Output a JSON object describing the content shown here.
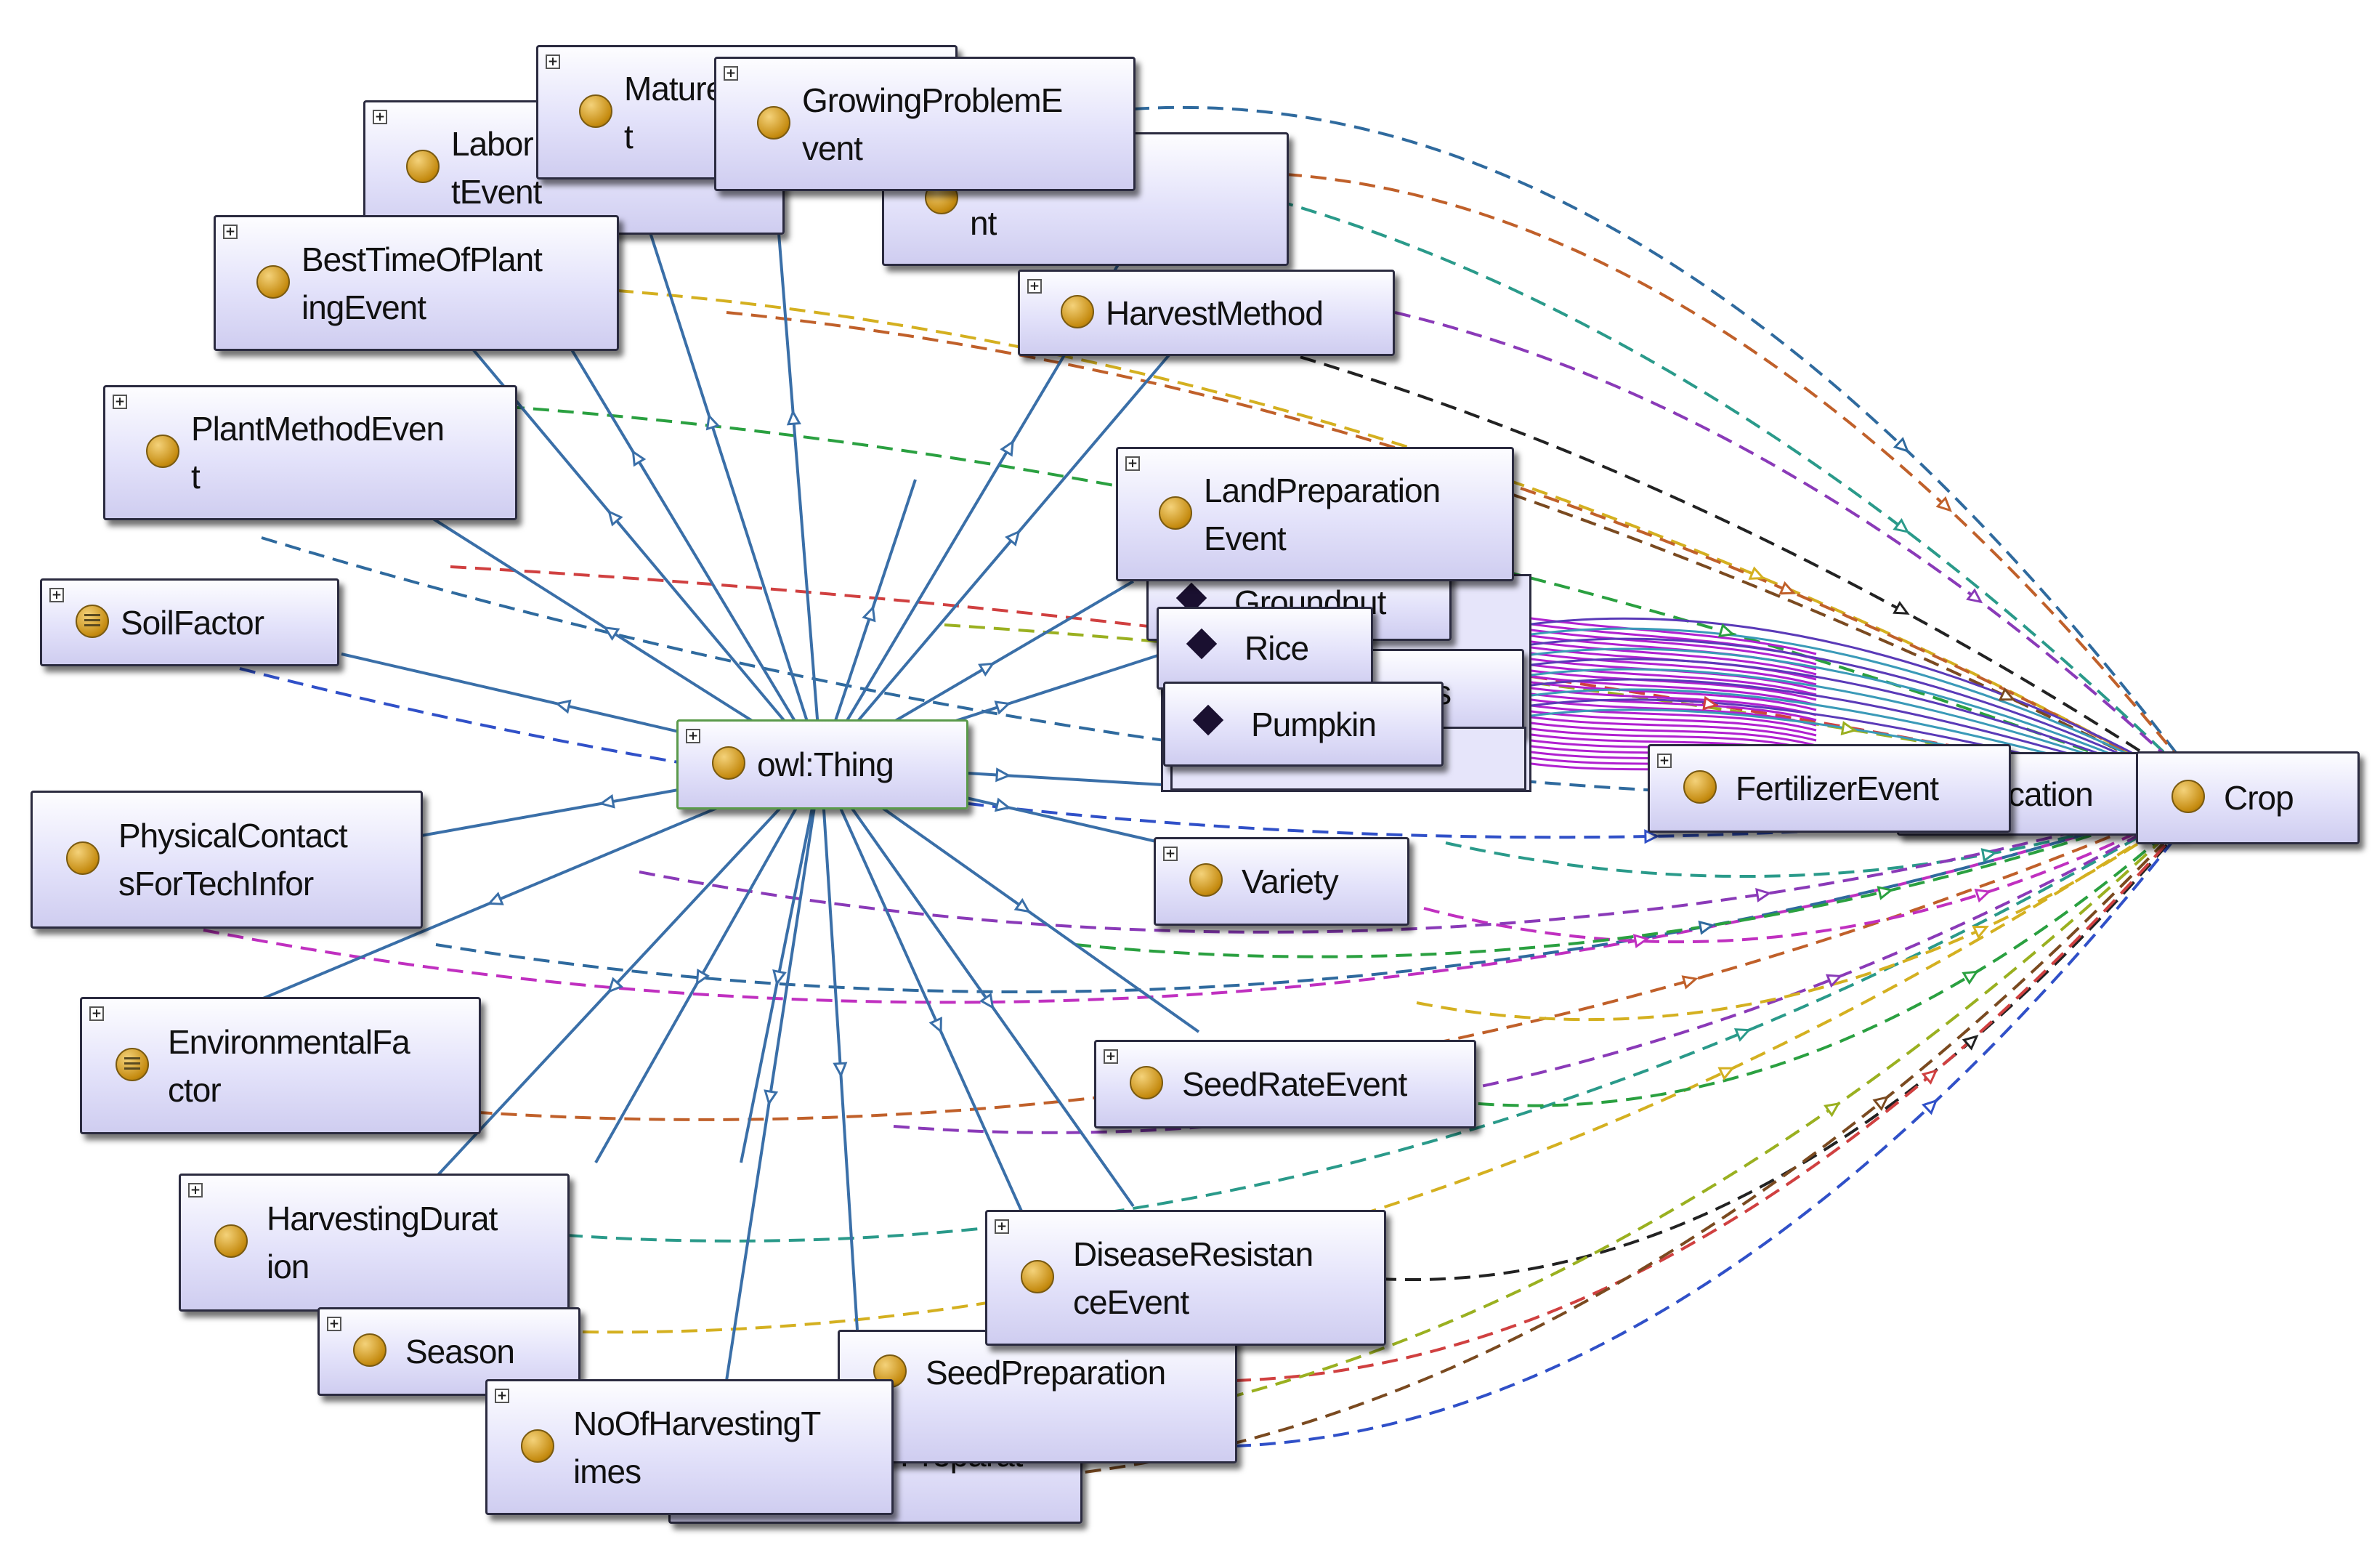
{
  "graph": {
    "root": "owl:Thing",
    "center": "Crop",
    "nodes": {
      "mature": "Mature\nt",
      "labor": "Labor\ntEvent",
      "growing_problem": "GrowingProblemE\nvent",
      "yield_event": "ldEve\nnt",
      "best_time": "BestTimeOfPlant\ningEvent",
      "harvest_method": "HarvestMethod",
      "plant_method": "PlantMethodEven\nt",
      "land_prep": "LandPreparation\nEvent",
      "groundnut": "Groundnut",
      "rice": "Rice",
      "pumpkin": "Pumpkin",
      "soil_factor": "SoilFactor",
      "owl_thing": "owl:Thing",
      "fertilizer": "FertilizerEvent",
      "location": "cation",
      "crop": "Crop",
      "variety": "Variety",
      "physical_contacts": "PhysicalContact\nsForTechInfor",
      "environmental": "EnvironmentalFa\nctor",
      "seed_rate": "SeedRateEvent",
      "harvesting_duration": "HarvestingDurat\nion",
      "disease_resistance": "DiseaseResistan\nceEvent",
      "season": "Season",
      "seed_preparation": "SeedPreparation",
      "no_of_harvesting": "NoOfHarvestingT\nimes",
      "preparat": "Preparat",
      "hidden_s": "s"
    },
    "edge_colors": [
      "#2f6a9e",
      "#c0602a",
      "#2a9a8a",
      "#d4b020",
      "#8a3ab8",
      "#2aa040",
      "#222222",
      "#d04040",
      "#3050c8",
      "#9ab020",
      "#7a4a20",
      "#c030c0"
    ]
  }
}
